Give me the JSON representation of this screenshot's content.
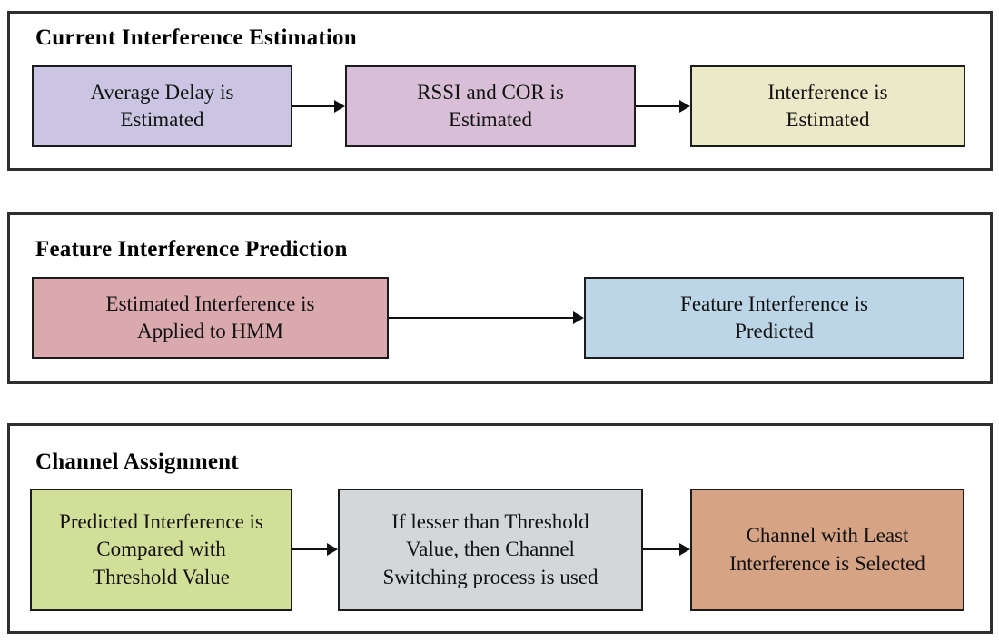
{
  "theme": {
    "background": "#ffffff",
    "panel_border": "#2f2f2f",
    "box_border": "#1c1c1c",
    "arrow": "#101010",
    "text": "#121212",
    "title": "#000000"
  },
  "sections": [
    {
      "title": "Current Interference Estimation",
      "boxes": [
        {
          "lines": [
            "Average Delay is",
            "Estimated"
          ],
          "fill": "#cbc5e3"
        },
        {
          "lines": [
            "RSSI and COR is",
            "Estimated"
          ],
          "fill": "#d8bed6"
        },
        {
          "lines": [
            "Interference is",
            "Estimated"
          ],
          "fill": "#ebe9c7"
        }
      ]
    },
    {
      "title": "Feature Interference Prediction",
      "boxes": [
        {
          "lines": [
            "Estimated Interference is",
            "Applied to HMM"
          ],
          "fill": "#d9a9ad"
        },
        {
          "lines": [
            "Feature Interference is",
            "Predicted"
          ],
          "fill": "#bcd6e8"
        }
      ]
    },
    {
      "title": "Channel Assignment",
      "boxes": [
        {
          "lines": [
            "Predicted Interference is",
            "Compared with",
            "Threshold Value"
          ],
          "fill": "#d2df99"
        },
        {
          "lines": [
            "If lesser than Threshold",
            "Value, then Channel",
            "Switching process is used"
          ],
          "fill": "#d3d7d9"
        },
        {
          "lines": [
            "Channel with Least",
            "Interference is Selected"
          ],
          "fill": "#d6a385"
        }
      ]
    }
  ]
}
